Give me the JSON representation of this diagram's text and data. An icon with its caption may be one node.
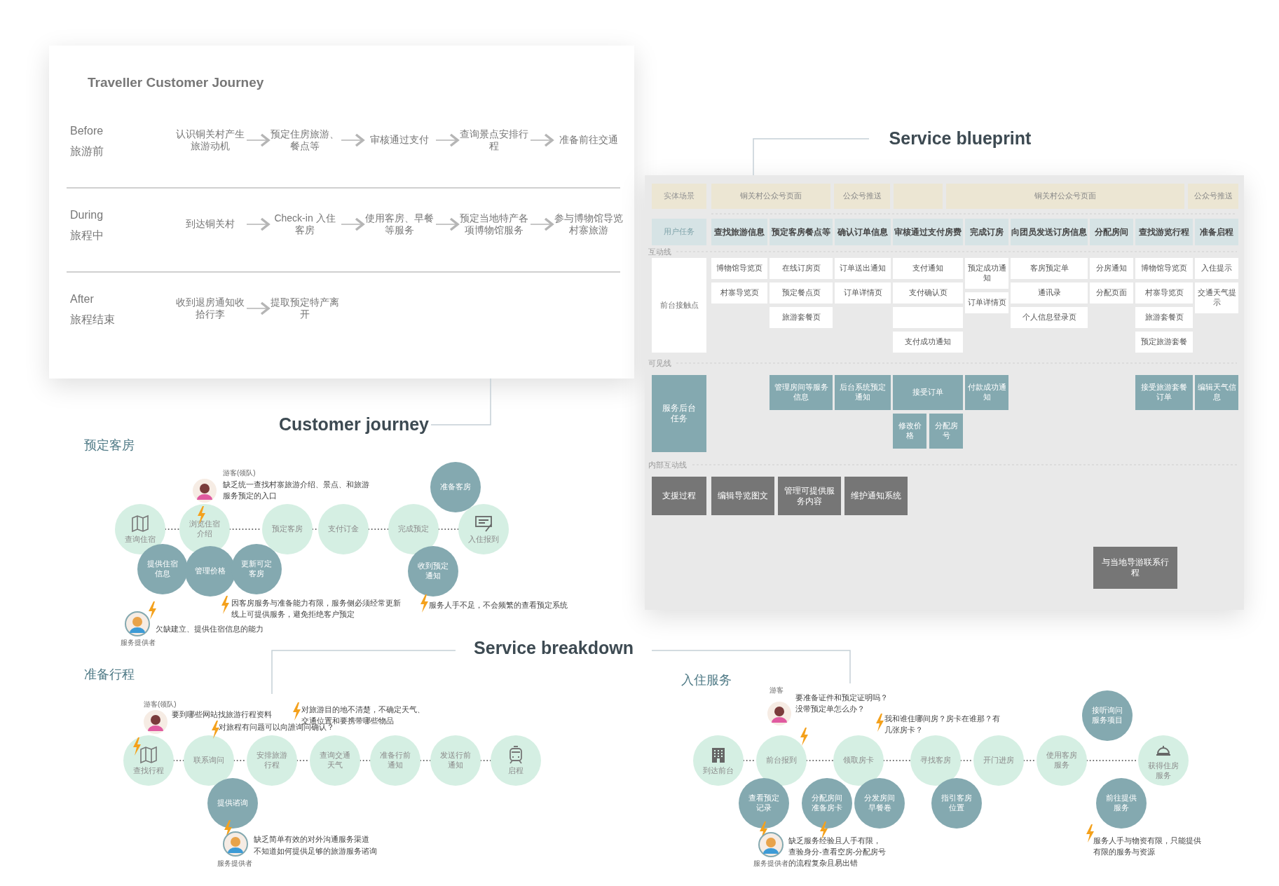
{
  "diagram": {
    "nodes": [
      {
        "text": [
          "Traveller Customer Journey"
        ]
      },
      {
        "text": [
          "认识铜关村产生旅游动机"
        ],
        "in": 0
      },
      {
        "text": [
          "预定住房旅游、餐点等"
        ],
        "in": 0
      },
      {
        "text": [
          "审核通过支付"
        ],
        "in": 0
      },
      {
        "text": [
          "查询景点安排行程"
        ],
        "in": 0
      },
      {
        "text": [
          "准备前往交通"
        ],
        "in": 0
      },
      {
        "text": [
          "到达铜关村"
        ],
        "in": 0
      },
      {
        "text": [
          "Check-in 入住客房"
        ],
        "in": 0
      },
      {
        "text": [
          "使用客房、早餐等服务"
        ],
        "in": 0
      },
      {
        "text": [
          "预定当地特产各项博物馆服务"
        ],
        "in": 0
      },
      {
        "text": [
          "参与博物馆导览村寨旅游"
        ],
        "in": 0
      },
      {
        "text": [
          "收到退房通知收拾行李"
        ],
        "in": 0
      },
      {
        "text": [
          "提取预定特产离开"
        ],
        "in": 0
      },
      {
        "text": [
          "Service blueprint"
        ]
      },
      {
        "text": [],
        "shape": "box"
      },
      {
        "text": [
          "实体场景"
        ],
        "in": 14
      },
      {
        "text": [
          "铜关村公众号页面"
        ],
        "in": 14
      },
      {
        "text": [
          "公众号推送"
        ],
        "in": 14
      },
      {
        "text": [],
        "shape": "box",
        "in": 14
      },
      {
        "text": [
          "铜关村公众号页面"
        ],
        "in": 14
      },
      {
        "text": [
          "公众号推送"
        ],
        "in": 14
      },
      {
        "text": [
          "用户任务"
        ],
        "in": 14
      },
      {
        "text": [
          "查找旅游信息"
        ],
        "in": 14
      },
      {
        "text": [
          "预定客房餐点等"
        ],
        "in": 14
      },
      {
        "text": [
          "确认订单信息"
        ],
        "in": 14
      },
      {
        "text": [
          "审核通过支付房费"
        ],
        "in": 14
      },
      {
        "text": [
          "完成订房"
        ],
        "in": 14
      },
      {
        "text": [
          "向团员发送订房信息"
        ],
        "in": 14
      },
      {
        "text": [
          "分配房间"
        ],
        "in": 14
      },
      {
        "text": [
          "查找游览行程"
        ],
        "in": 14
      },
      {
        "text": [
          "准备启程"
        ],
        "in": 14
      },
      {
        "text": [
          "前台接触点"
        ],
        "in": 14
      },
      {
        "text": [
          "博物馆导览页"
        ],
        "in": 14
      },
      {
        "text": [
          "村寨导览页"
        ],
        "in": 14
      },
      {
        "text": [
          "在线订房页"
        ],
        "in": 14
      },
      {
        "text": [
          "预定餐点页"
        ],
        "in": 14
      },
      {
        "text": [
          "旅游套餐页"
        ],
        "in": 14
      },
      {
        "text": [
          "订单送出通知"
        ],
        "in": 14
      },
      {
        "text": [
          "订单详情页"
        ],
        "in": 14
      },
      {
        "text": [
          "支付通知"
        ],
        "in": 14
      },
      {
        "text": [
          "支付确认页"
        ],
        "in": 14
      },
      {
        "text": [],
        "shape": "box",
        "in": 14
      },
      {
        "text": [
          "支付成功通知"
        ],
        "in": 14
      },
      {
        "text": [
          "预定成功通知"
        ],
        "in": 14
      },
      {
        "text": [
          "订单详情页"
        ],
        "in": 14
      },
      {
        "text": [
          "客房预定单"
        ],
        "in": 14
      },
      {
        "text": [
          "通讯录"
        ],
        "in": 14
      },
      {
        "text": [
          "个人信息登录页"
        ],
        "in": 14
      },
      {
        "text": [
          "分房通知"
        ],
        "in": 14
      },
      {
        "text": [
          "分配页面"
        ],
        "in": 14
      },
      {
        "text": [
          "博物馆导览页"
        ],
        "in": 14
      },
      {
        "text": [
          "村寨导览页"
        ],
        "in": 14
      },
      {
        "text": [
          "旅游套餐页"
        ],
        "in": 14
      },
      {
        "text": [
          "预定旅游套餐"
        ],
        "in": 14
      },
      {
        "text": [
          "入住提示"
        ],
        "in": 14
      },
      {
        "text": [
          "交通天气提示"
        ],
        "in": 14
      },
      {
        "text": [
          "服务后台任务"
        ],
        "in": 14
      },
      {
        "text": [
          "管理房间等服务信息"
        ],
        "in": 14
      },
      {
        "text": [
          "后台系统预定通知"
        ],
        "in": 14
      },
      {
        "text": [
          "接受订单"
        ],
        "in": 14
      },
      {
        "text": [
          "付款成功通知"
        ],
        "in": 14
      },
      {
        "text": [
          "修改价格"
        ],
        "in": 14
      },
      {
        "text": [
          "分配房号"
        ],
        "in": 14
      },
      {
        "text": [
          "接受旅游套餐订单"
        ],
        "in": 14
      },
      {
        "text": [
          "编辑天气信息"
        ],
        "in": 14
      },
      {
        "text": [
          "支援过程"
        ],
        "in": 14
      },
      {
        "text": [
          "编辑导览图文"
        ],
        "in": 14
      },
      {
        "text": [
          "管理可提供服务内容"
        ],
        "in": 14
      },
      {
        "text": [
          "维护通知系统"
        ],
        "in": 14
      },
      {
        "text": [
          "与当地导游联系行程"
        ],
        "in": 14
      },
      {
        "text": [
          "Customer journey"
        ]
      },
      {
        "text": [
          "查询住宿"
        ]
      },
      {
        "text": [
          "提供住宿信息"
        ]
      },
      {
        "text": [
          "浏览住宿介绍"
        ]
      },
      {
        "text": [
          "管理价格"
        ]
      },
      {
        "text": [
          "更新可定客房"
        ]
      },
      {
        "text": [
          "预定客房"
        ]
      },
      {
        "text": [
          "支付订金"
        ]
      },
      {
        "text": [
          "完成预定"
        ]
      },
      {
        "text": [
          "收到预定通知"
        ]
      },
      {
        "text": [
          "准备客房"
        ]
      },
      {
        "text": [
          "入住报到"
        ]
      },
      {
        "text": [
          "查找行程"
        ]
      },
      {
        "text": [
          "联系询问"
        ]
      },
      {
        "text": [
          "提供谘询"
        ]
      },
      {
        "text": [
          "安排旅游行程"
        ]
      },
      {
        "text": [
          "查询交通天气"
        ]
      },
      {
        "text": [
          "准备行前通知"
        ]
      },
      {
        "text": [
          "发送行前通知"
        ]
      },
      {
        "text": [
          "启程"
        ]
      },
      {
        "text": [
          "到达前台"
        ]
      },
      {
        "text": [
          "前台报到"
        ]
      },
      {
        "text": [
          "查看预定记录"
        ]
      },
      {
        "text": [
          "领取房卡"
        ]
      },
      {
        "text": [
          "分配房间准备房卡"
        ]
      },
      {
        "text": [
          "分发房间早餐卷"
        ]
      },
      {
        "text": [
          "寻找客房"
        ]
      },
      {
        "text": [
          "指引客房位置"
        ]
      },
      {
        "text": [
          "开门进房"
        ]
      },
      {
        "text": [
          "使用客房服务"
        ]
      },
      {
        "text": [
          "接听询问服务项目"
        ]
      },
      {
        "text": [
          "获得住房服务"
        ]
      },
      {
        "text": [
          "前往提供服务"
        ]
      }
    ],
    "edges": [
      {
        "from": 1,
        "to": 2,
        "arrow": "to",
        "color": "#b5b5b5"
      },
      {
        "from": 2,
        "to": 3,
        "arrow": "to",
        "color": "#b5b5b5"
      },
      {
        "from": 3,
        "to": 4,
        "arrow": "to",
        "color": "#b5b5b5"
      },
      {
        "from": 4,
        "to": 5,
        "arrow": "to",
        "color": "#b5b5b5"
      },
      {
        "from": 6,
        "to": 7,
        "arrow": "to",
        "color": "#b5b5b5"
      },
      {
        "from": 7,
        "to": 8,
        "arrow": "to",
        "color": "#b5b5b5"
      },
      {
        "from": 8,
        "to": 9,
        "arrow": "to",
        "color": "#b5b5b5"
      },
      {
        "from": 9,
        "to": 10,
        "arrow": "to",
        "color": "#b5b5b5"
      },
      {
        "from": 11,
        "to": 12,
        "arrow": "to",
        "color": "#b5b5b5"
      },
      {
        "from": 13,
        "to": 14,
        "arrow": "none",
        "color": "#c5d0d6"
      },
      {
        "from": 70,
        "to": 0,
        "arrow": "none",
        "color": "#c5d0d6"
      },
      {
        "from": 71,
        "to": 73,
        "arrow": "none",
        "style": "dashed"
      },
      {
        "from": 73,
        "to": 76,
        "arrow": "none",
        "style": "dashed"
      },
      {
        "from": 76,
        "to": 77,
        "arrow": "none",
        "style": "dashed"
      },
      {
        "from": 77,
        "to": 78,
        "arrow": "none",
        "style": "dashed"
      },
      {
        "from": 78,
        "to": 81,
        "arrow": "none",
        "style": "dashed"
      },
      {
        "from": 82,
        "to": 83,
        "arrow": "none",
        "style": "dashed"
      },
      {
        "from": 83,
        "to": 85,
        "arrow": "none",
        "style": "dashed"
      },
      {
        "from": 85,
        "to": 86,
        "arrow": "none",
        "style": "dashed"
      },
      {
        "from": 86,
        "to": 87,
        "arrow": "none",
        "style": "dashed"
      },
      {
        "from": 87,
        "to": 88,
        "arrow": "none",
        "style": "dashed"
      },
      {
        "from": 88,
        "to": 89,
        "arrow": "none",
        "style": "dashed"
      },
      {
        "from": 90,
        "to": 91,
        "arrow": "none",
        "style": "dashed"
      },
      {
        "from": 91,
        "to": 93,
        "arrow": "none",
        "style": "dashed"
      },
      {
        "from": 93,
        "to": 96,
        "arrow": "none",
        "style": "dashed"
      },
      {
        "from": 96,
        "to": 98,
        "arrow": "none",
        "style": "dashed"
      },
      {
        "from": 98,
        "to": 99,
        "arrow": "none",
        "style": "dashed"
      },
      {
        "from": 99,
        "to": 101,
        "arrow": "none",
        "style": "dashed"
      }
    ],
    "labels": [
      "Before",
      "旅游前",
      "During",
      "旅程中",
      "After",
      "旅程结束",
      "互动线",
      "可见线",
      "内部互动线",
      "预定客房",
      "游客(领队)",
      "缺乏统一查找村寨旅游介绍、景点、和旅游服务预定的入口",
      "因客房服务与准备能力有限，服务侧必须经常更新线上可提供服务，避免拒绝客户预定",
      "服务人手不足，不会频繁的查看预定系统",
      "欠缺建立、提供住宿信息的能力",
      "服务提供者",
      "Service breakdown",
      "准备行程",
      "游客(领队)",
      "要到哪些网站找旅游行程资料",
      "对旅程有问题可以向誰询问确认？",
      "对旅游目的地不清楚，不确定天气、交通位置和要携带哪些物品",
      "缺乏简单有效的对外沟通服务渠道",
      "不知道如何提供足够的旅游服务谘询",
      "服务提供者",
      "入住服务",
      "游客",
      "要准备证件和预定证明吗？没带预定单怎么办？",
      "我和谁住哪间房？房卡在谁那？有几张房卡？",
      "缺乏服务经验且人手有限，查验身分-查看空房-分配房号的流程复杂且易出错",
      "服务提供者",
      "服务人手与物资有限，只能提供有限的服务与资源"
    ]
  }
}
